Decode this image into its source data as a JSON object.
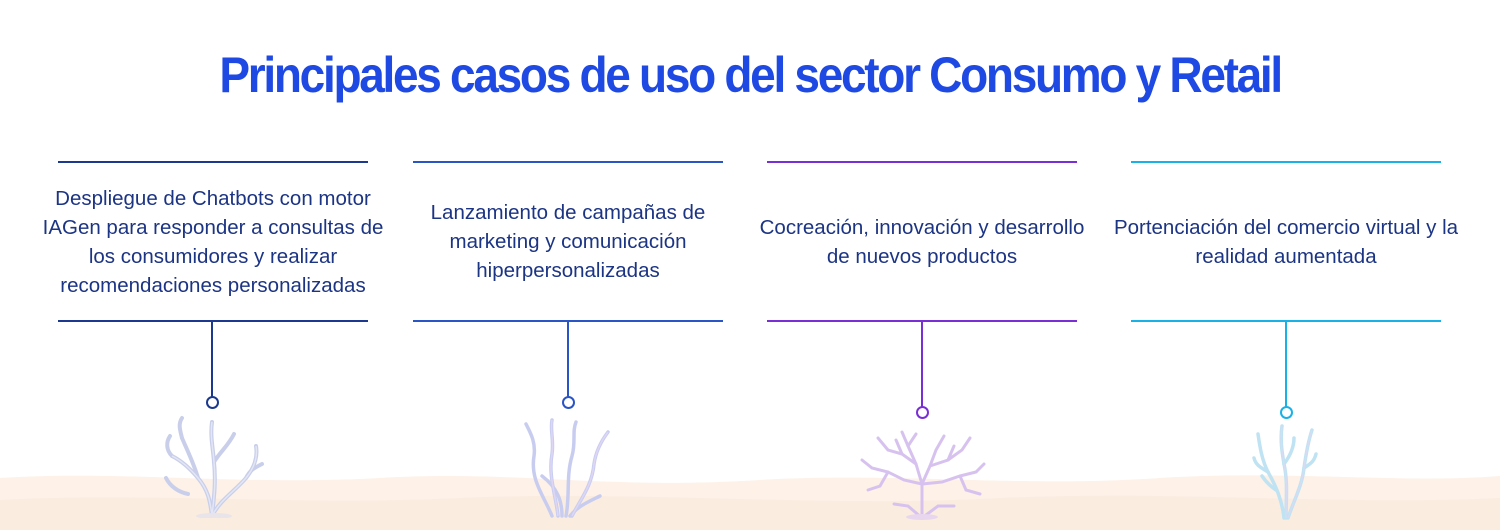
{
  "title": "Principales casos de uso del sector Consumo y Retail",
  "cards": [
    {
      "text": "Despliegue de Chatbots con motor IAGen para responder a consultas de los consumidores y realizar recomendaciones personalizadas",
      "color": "#1b3a8f",
      "text_color": "#1c3484",
      "coral_icon": "branching-coral-icon"
    },
    {
      "text": "Lanzamiento de campañas de marketing y comunicación hiperpersonalizadas",
      "color": "#2a55c7",
      "text_color": "#1c3484",
      "coral_icon": "seaweed-icon"
    },
    {
      "text": "Cocreación, innovación y desarrollo de nuevos productos",
      "color": "#7a2fd6",
      "text_color": "#1c3484",
      "coral_icon": "fan-coral-icon"
    },
    {
      "text": "Portenciación del comercio virtual y la realidad aumentada",
      "color": "#1ab2e6",
      "text_color": "#1c3484",
      "coral_icon": "tube-coral-icon"
    }
  ],
  "colors": {
    "title": "#1e49e2",
    "sand": "#fdf1e8"
  }
}
